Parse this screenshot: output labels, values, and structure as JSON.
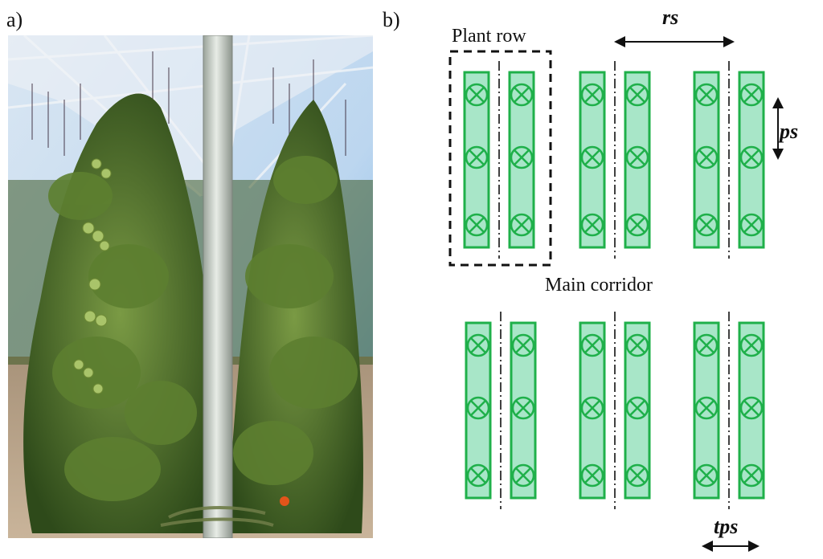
{
  "panels": {
    "a": {
      "label": "a)"
    },
    "b": {
      "label": "b)"
    }
  },
  "diagram": {
    "labels": {
      "plant_row": "Plant row",
      "main_corridor": "Main corridor",
      "rs": "rs",
      "ps": "ps",
      "tps": "tps"
    },
    "colors": {
      "bed_fill": "#a8e6c8",
      "bed_stroke": "#1fb04a",
      "plant_stroke": "#1fb04a",
      "dash_box": "#111111",
      "center_line": "#111111"
    },
    "blocks": 2,
    "row_pairs_per_block": 3,
    "plants_per_bed": 3,
    "icons": {
      "plant": "plant-circle-cross-icon",
      "arrow": "double-arrow-icon"
    }
  },
  "photo": {
    "description_icon": "greenhouse-tomato-photo"
  }
}
